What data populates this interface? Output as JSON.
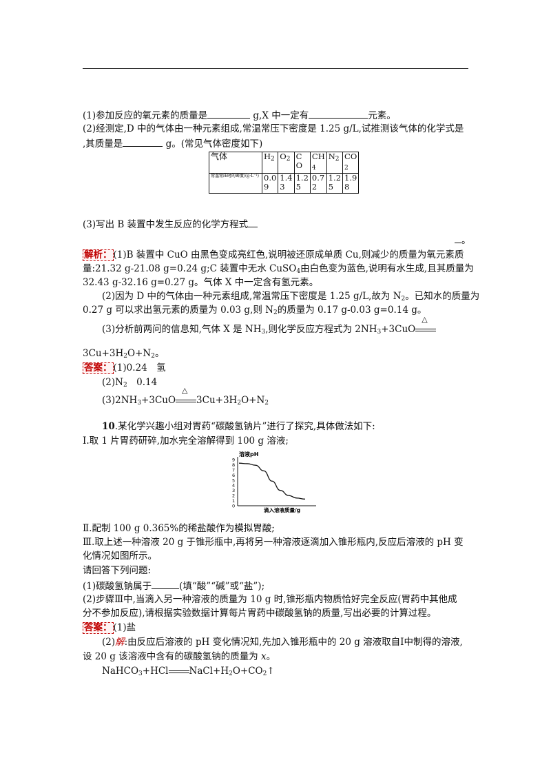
{
  "q9": {
    "p1_a": "(1)参加反应的氧元素的质量是",
    "p1_b": " g,X 中一定有",
    "p1_c": "元素。",
    "p2_l1": "(2)经测定,D 中的气体由一种元素组成,常温常压下密度是 1.25 g/L,试推测该气体的化学式是",
    "p2_l2a": ",其质量是",
    "p2_l2b": " g。(常见气体密度如下)",
    "table": {
      "header_label": "气体",
      "row_label": "常温常压时的密度/(g·L⁻¹)",
      "gases": [
        {
          "name": "H2",
          "density": "0.09"
        },
        {
          "name": "O2",
          "density": "1.43"
        },
        {
          "name": "CO",
          "density": "1.25"
        },
        {
          "name": "CH4",
          "density": "0.72"
        },
        {
          "name": "N2",
          "density": "1.25"
        },
        {
          "name": "CO2",
          "density": "1.98"
        }
      ]
    },
    "p3": "(3)写出 B 装置中发生反应的化学方程式",
    "p3_end": "。",
    "analysis_tag": "解析：",
    "analysis_l1": "(1)B 装置中 CuO 由黑色变成亮红色,说明被还原成单质 Cu,则减少的质量为氧元素质",
    "analysis_l2": "量:21.32 g-21.08 g=0.24 g;C 装置中无水 CuSO",
    "analysis_l2b": "由白色变为蓝色,说明有水生成,且其质量为",
    "analysis_l3": "32.43 g-32.16 g=0.27 g。气体 X 中一定含有氢元素。",
    "analysis_l4": "(2)因为 D 中的气体由一种元素组成,常温常压下密度是 1.25 g/L,故为 N",
    "analysis_l4b": "。已知水的质量为",
    "analysis_l5": "0.27 g 可以求出氢元素的质量为 0.03 g,则 N",
    "analysis_l5b": "的质量为 0.17 g-0.03 g=0.14 g。",
    "analysis_l6": "(3)分析前两问的信息知,气体 X 是 NH",
    "analysis_l6b": ",则化学反应方程式为 2NH",
    "analysis_l6c": "+3CuO",
    "analysis_l7": "3Cu+3H",
    "analysis_l7b": "O+N",
    "answer_tag": "答案：",
    "ans1": "(1)0.24　氢",
    "ans2": "(2)N",
    "ans2b": "　0.14",
    "ans3a": "(3)2NH",
    "ans3b": "+3CuO",
    "ans3c": "3Cu+3H",
    "ans3d": "O+N",
    "triangle": "△"
  },
  "q10": {
    "num": "10",
    "intro": ".某化学兴趣小组对胃药“碳酸氢钠片”进行了探究,具体做法如下:",
    "step1": "Ⅰ.取 1 片胃药研碎,加水完全溶解得到 100 g 溶液;",
    "step2": "Ⅱ.配制 100 g 0.365%的稀盐酸作为模拟胃酸;",
    "step3_l1": "Ⅲ.取上述一种溶液 20 g 于锥形瓶中,再将另一种溶液逐滴加入锥形瓶内,反应后溶液的 pH 变",
    "step3_l2": "化情况如图所示。",
    "ask": "请回答下列问题:",
    "qa": "(1)碳酸氢钠属于",
    "qa_b": "(填“酸”“碱”或“盐”);",
    "qb_l1": "(2)步骤Ⅲ中,当滴入另一种溶液的质量为 10 g 时,锥形瓶内物质恰好完全反应(胃药中其他成",
    "qb_l2": "分不参加反应),请根据实验数据计算每片胃药中碳酸氢钠的质量,写出必要的计算过程。",
    "answer_tag": "答案：",
    "ans1": "(1)盐",
    "ans2_pre": "(2)",
    "ans2_jie": "解",
    "ans2_l1": ":由反应后溶液的 pH 变化情况知,先加入锥形瓶中的 20 g 溶液取自Ⅰ中制得的溶液,",
    "ans2_l2": "设 20 g 该溶液中含有的碳酸氢钠的质量为 ",
    "ans2_var": "x",
    "ans2_l2end": "。",
    "eq_a": "NaHCO",
    "eq_b": "+HCl",
    "eq_c": "NaCl+H",
    "eq_d": "O+CO",
    "eq_e": "↑"
  },
  "chart_data": {
    "type": "line",
    "ylabel": "溶液pH",
    "xlabel": "滴入溶液质量/g",
    "y_ticks": [
      "9",
      "8",
      "7",
      "6",
      "5",
      "4",
      "3",
      "2",
      "1",
      "0"
    ],
    "ylim": [
      0,
      9
    ],
    "series": [
      {
        "points": [
          [
            0,
            8.3
          ],
          [
            1,
            8.2
          ],
          [
            2,
            7.9
          ],
          [
            3,
            6.8
          ],
          [
            4,
            4.8
          ],
          [
            5,
            3.0
          ],
          [
            6,
            2.0
          ],
          [
            7,
            1.5
          ],
          [
            8,
            1.3
          ]
        ]
      }
    ]
  }
}
